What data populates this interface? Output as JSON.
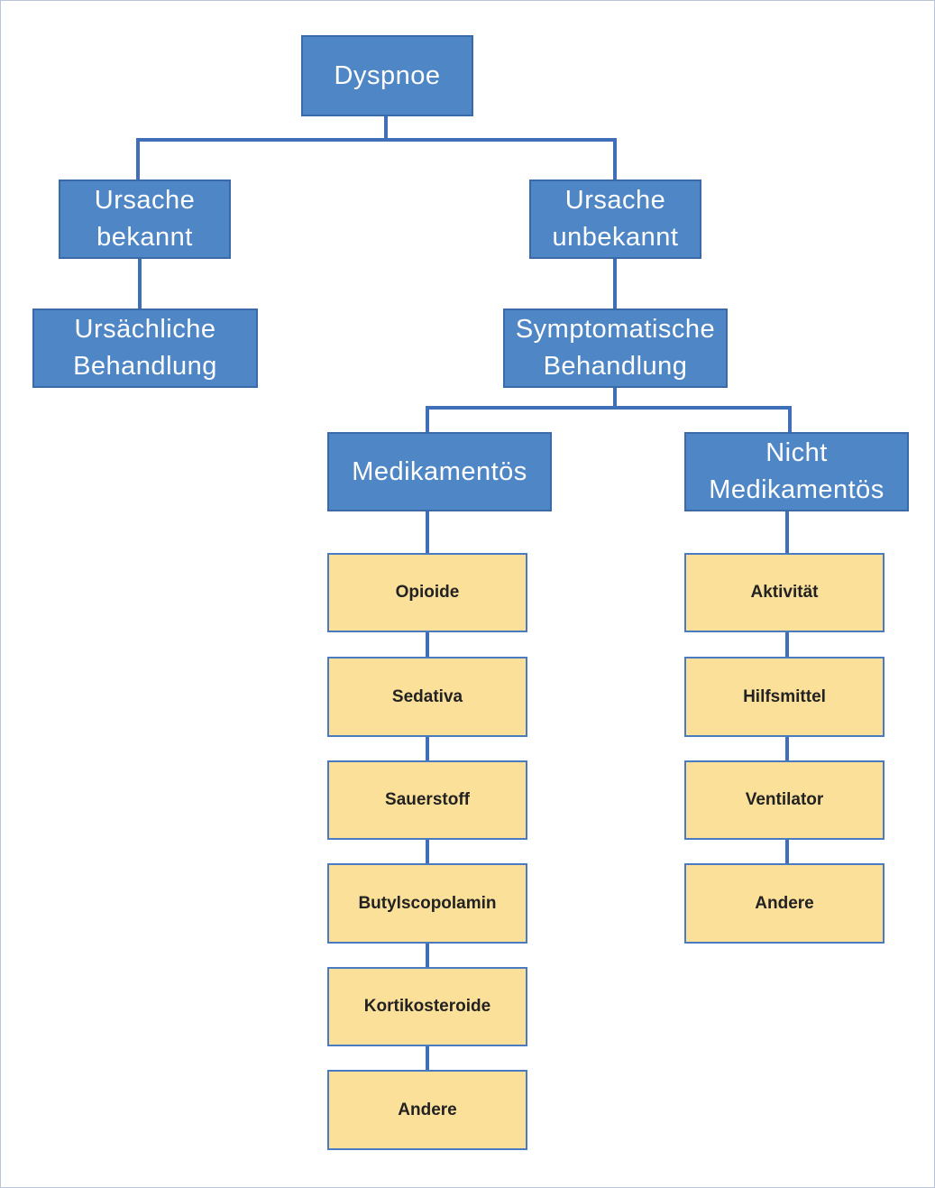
{
  "diagram": {
    "root": "Dyspnoe",
    "cause_known": [
      "Ursache",
      "bekannt"
    ],
    "cause_unknown": [
      "Ursache",
      "unbekannt"
    ],
    "causal_treatment": [
      "Ursächliche",
      "Behandlung"
    ],
    "symptomatic_treatment": [
      "Symptomatische",
      "Behandlung"
    ],
    "medicinal": "Medikamentös",
    "non_medicinal": [
      "Nicht",
      "Medikamentös"
    ],
    "medicinal_items": [
      "Opioide",
      "Sedativa",
      "Sauerstoff",
      "Butylscopolamin",
      "Kortikosteroide",
      "Andere"
    ],
    "non_medicinal_items": [
      "Aktivität",
      "Hilfsmittel",
      "Ventilator",
      "Andere"
    ]
  },
  "colors": {
    "blue_box": "#4f86c6",
    "yellow_box": "#fbe09a",
    "connector": "#3f6fb8"
  }
}
